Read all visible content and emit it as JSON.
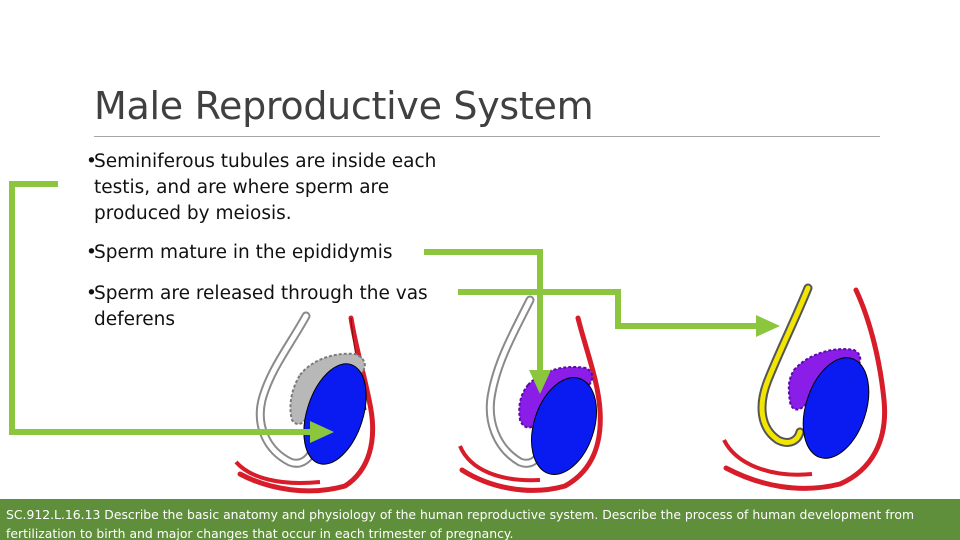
{
  "slide": {
    "title": "Male Reproductive System",
    "bullets": [
      {
        "marker": "•",
        "text": "Seminiferous tubules are inside each testis, and are where sperm are produced by meiosis."
      },
      {
        "marker": "•",
        "text": "Sperm mature in the epididymis"
      },
      {
        "marker": "•",
        "text": "Sperm are released through the vas deferens"
      }
    ],
    "footer": "SC.912.L.16.13 Describe the basic anatomy and physiology of the human reproductive system. Describe the process of human development from fertilization to birth and major changes that occur in each trimester of pregnancy."
  },
  "colors": {
    "arrow": "#8cc63f",
    "testis": "#0a1bf2",
    "epididymis_highlight": "#8a1ee8",
    "vas_deferens_highlight": "#f2e600",
    "scrotum_outline": "#d81d2a",
    "footer_bar": "#5f8f3a"
  },
  "diagram": {
    "panels": [
      {
        "highlight": "seminiferous-tubules"
      },
      {
        "highlight": "epididymis"
      },
      {
        "highlight": "vas-deferens"
      }
    ]
  }
}
